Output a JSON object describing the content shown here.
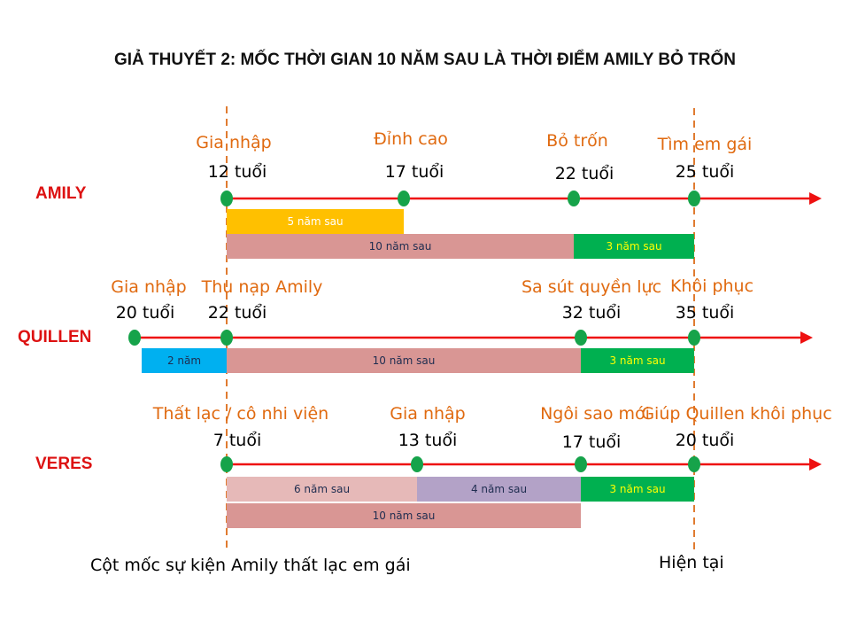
{
  "title": "GIẢ THUYẾT 2: MỐC THỜI GIAN 10 NĂM SAU LÀ THỜI ĐIỂM AMILY BỎ TRỐN",
  "colors": {
    "axis": "#ee1111",
    "dot": "#16a34a",
    "track_name": "#dd1111",
    "event_text": "#e06a10",
    "reference_line": "#e07b30"
  },
  "tracks": [
    {
      "name": "AMILY",
      "events": [
        {
          "label": "Gia nhập",
          "age": "12 tuổi"
        },
        {
          "label": "Đỉnh cao",
          "age": "17 tuổi"
        },
        {
          "label": "Bỏ trốn",
          "age": "22 tuổi"
        },
        {
          "label": "Tìm em gái",
          "age": "25 tuổi"
        }
      ],
      "spans": [
        {
          "label": "5 năm sau",
          "bg": "#ffc000",
          "fg": "#ffffff"
        },
        {
          "label": "10 năm sau",
          "bg": "#d99694",
          "fg": "#1f2d50"
        },
        {
          "label": "3 năm sau",
          "bg": "#00b050",
          "fg": "#ffff00"
        }
      ]
    },
    {
      "name": "QUILLEN",
      "events": [
        {
          "label": "Gia nhập",
          "age": "20 tuổi"
        },
        {
          "label": "Thu nạp Amily",
          "age": "22 tuổi"
        },
        {
          "label": "Sa sút quyền lực",
          "age": "32 tuổi"
        },
        {
          "label": "Khôi phục",
          "age": "35 tuổi"
        }
      ],
      "spans": [
        {
          "label": "2 năm",
          "bg": "#00b0f0",
          "fg": "#1f2d50"
        },
        {
          "label": "10 năm sau",
          "bg": "#d99694",
          "fg": "#1f2d50"
        },
        {
          "label": "3 năm sau",
          "bg": "#00b050",
          "fg": "#ffff00"
        }
      ]
    },
    {
      "name": "VERES",
      "events": [
        {
          "label": "Thất lạc / cô nhi viện",
          "age": "7 tuổi"
        },
        {
          "label": "Gia nhập",
          "age": "13 tuổi"
        },
        {
          "label": "Ngôi sao mới",
          "age": "17 tuổi"
        },
        {
          "label": "Giúp Quillen khôi phục",
          "age": "20 tuổi"
        }
      ],
      "spans": [
        {
          "label": "6 năm sau",
          "bg": "#e6b9b8",
          "fg": "#1f2d50"
        },
        {
          "label": "4 năm sau",
          "bg": "#b3a2c7",
          "fg": "#1f2d50"
        },
        {
          "label": "3 năm sau",
          "bg": "#00b050",
          "fg": "#ffff00"
        },
        {
          "label": "10 năm sau",
          "bg": "#d99694",
          "fg": "#1f2d50"
        }
      ]
    }
  ],
  "footer": {
    "left": "Cột mốc sự kiện Amily thất lạc em gái",
    "right": "Hiện tại"
  }
}
